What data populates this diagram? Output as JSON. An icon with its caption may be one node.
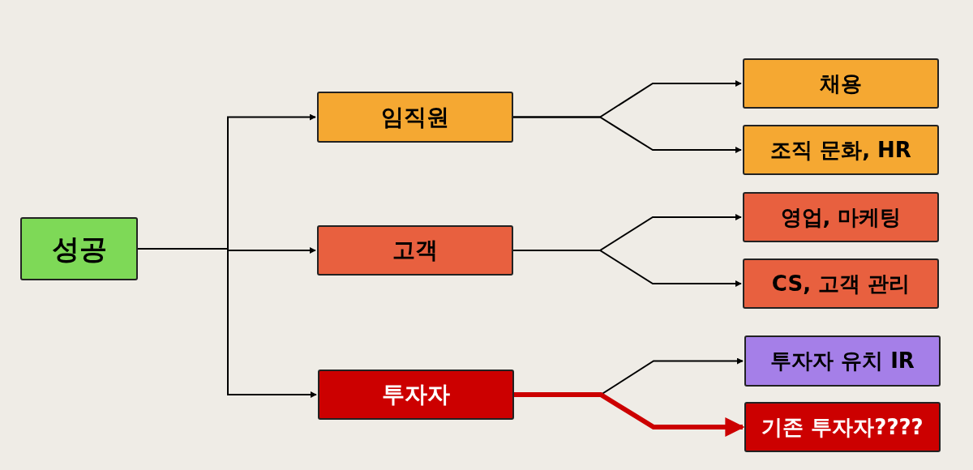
{
  "diagram": {
    "nodes": [
      {
        "text": [
          "성공"
        ]
      },
      {
        "text": [
          "임직원"
        ]
      },
      {
        "text": [
          "고객"
        ]
      },
      {
        "text": [
          "투자자"
        ]
      },
      {
        "text": [
          "채용"
        ]
      },
      {
        "text": [
          "조직 문화, HR"
        ]
      },
      {
        "text": [
          "영업, 마케팅"
        ]
      },
      {
        "text": [
          "CS, 고객 관리"
        ]
      },
      {
        "text": [
          "투자자 유치 IR"
        ]
      },
      {
        "text": [
          "기존 투자자????"
        ]
      }
    ],
    "edges": [
      {
        "from": 0,
        "to": 1,
        "arrow": "to"
      },
      {
        "from": 0,
        "to": 2,
        "arrow": "to"
      },
      {
        "from": 0,
        "to": 3,
        "arrow": "to"
      },
      {
        "from": 1,
        "to": 4,
        "arrow": "to"
      },
      {
        "from": 1,
        "to": 5,
        "arrow": "to"
      },
      {
        "from": 2,
        "to": 6,
        "arrow": "to"
      },
      {
        "from": 2,
        "to": 7,
        "arrow": "to"
      },
      {
        "from": 3,
        "to": 8,
        "arrow": "to"
      },
      {
        "from": 3,
        "to": 9,
        "arrow": "to",
        "style": "thick",
        "color": "#cc0000"
      }
    ]
  }
}
